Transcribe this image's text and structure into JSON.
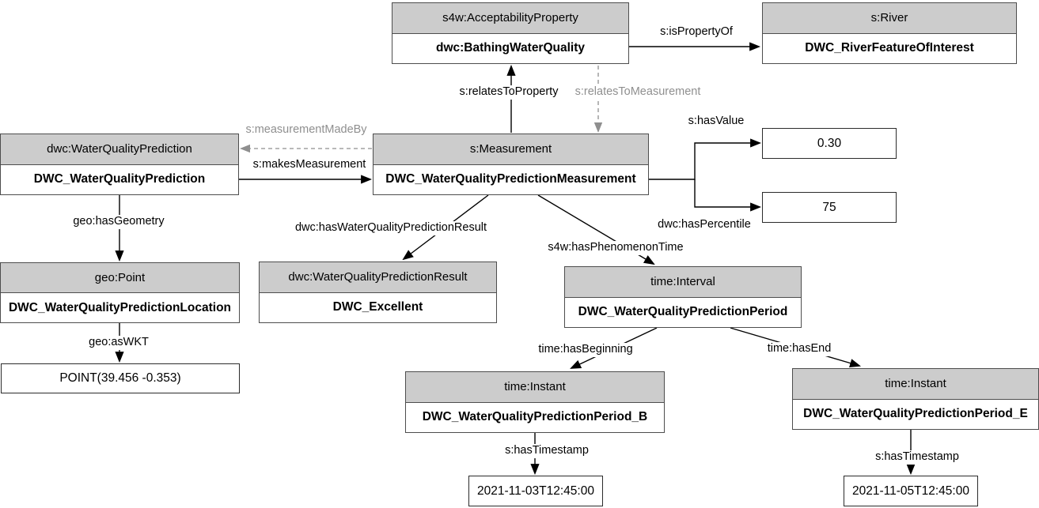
{
  "nodes": {
    "acceptability": {
      "type": "s4w:AcceptabilityProperty",
      "instance": "dwc:BathingWaterQuality"
    },
    "river": {
      "type": "s:River",
      "instance": "DWC_RiverFeatureOfInterest"
    },
    "prediction": {
      "type": "dwc:WaterQualityPrediction",
      "instance": "DWC_WaterQualityPrediction"
    },
    "measurement": {
      "type": "s:Measurement",
      "instance": "DWC_WaterQualityPredictionMeasurement"
    },
    "point": {
      "type": "geo:Point",
      "instance": "DWC_WaterQualityPredictionLocation"
    },
    "result": {
      "type": "dwc:WaterQualityPredictionResult",
      "instance": "DWC_Excellent"
    },
    "interval": {
      "type": "time:Interval",
      "instance": "DWC_WaterQualityPredictionPeriod"
    },
    "instant_b": {
      "type": "time:Instant",
      "instance": "DWC_WaterQualityPredictionPeriod_B"
    },
    "instant_e": {
      "type": "time:Instant",
      "instance": "DWC_WaterQualityPredictionPeriod_E"
    }
  },
  "literals": {
    "wkt": "POINT(39.456 -0.353)",
    "value": "0.30",
    "percentile": "75",
    "timestamp_b": "2021-11-03T12:45:00",
    "timestamp_e": "2021-11-05T12:45:00"
  },
  "edges": {
    "is_property_of": "s:isPropertyOf",
    "relates_to_property": "s:relatesToProperty",
    "relates_to_measurement": "s:relatesToMeasurement",
    "measurement_made_by": "s:measurementMadeBy",
    "makes_measurement": "s:makesMeasurement",
    "has_value": "s:hasValue",
    "has_percentile": "dwc:hasPercentile",
    "has_geometry": "geo:hasGeometry",
    "as_wkt": "geo:asWKT",
    "has_result": "dwc:hasWaterQualityPredictionResult",
    "has_phenomenon_time": "s4w:hasPhenomenonTime",
    "has_beginning": "time:hasBeginning",
    "has_end": "time:hasEnd",
    "has_timestamp_b": "s:hasTimestamp",
    "has_timestamp_e": "s:hasTimestamp"
  },
  "colors": {
    "header_fill": "#cccccc",
    "box_border": "#4d4d4d",
    "line_color": "#000000",
    "muted_label": "#8f8f8f"
  }
}
